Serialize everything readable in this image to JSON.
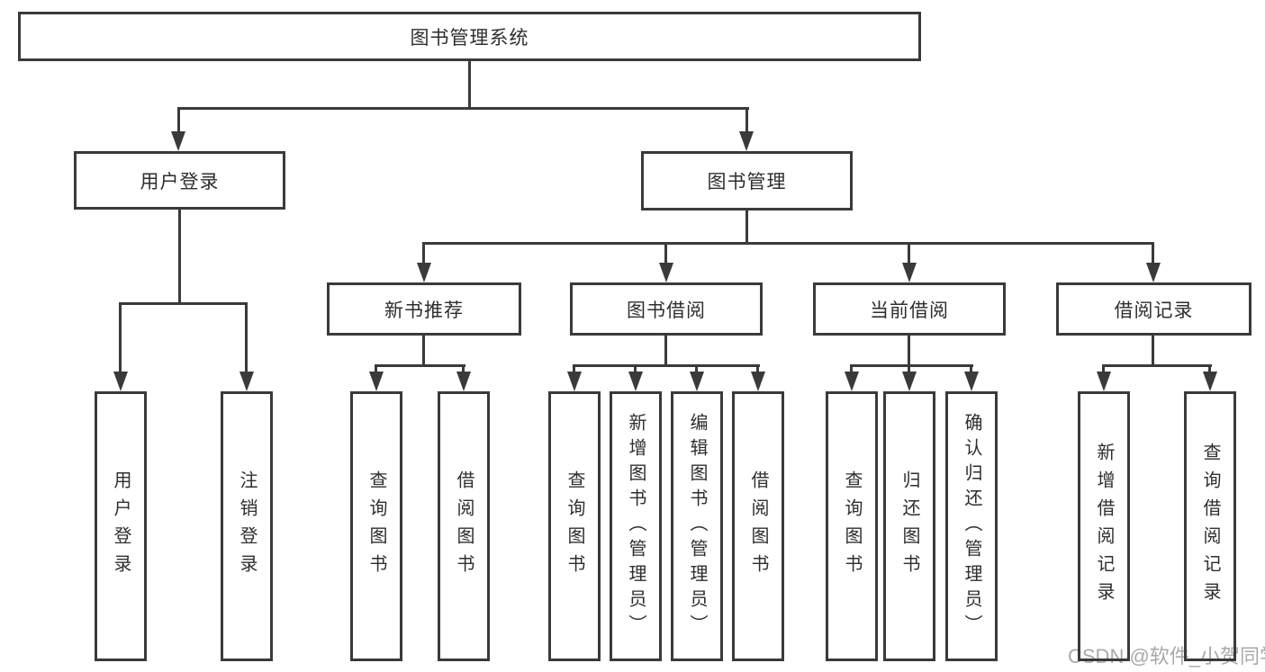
{
  "colors": {
    "line": "#3a3a3a",
    "box_border": "#3a3a3a",
    "text": "#2e2e2e",
    "watermark": "#a9a9a9",
    "background": "#ffffff"
  },
  "watermark": "CSDN @软件_小贺同学",
  "diagram_type": "hierarchy-flowchart",
  "tree": {
    "label": "图书管理系统",
    "children": [
      {
        "label": "用户登录",
        "children": [
          {
            "label": "用户登录"
          },
          {
            "label": "注销登录"
          }
        ]
      },
      {
        "label": "图书管理",
        "children": [
          {
            "label": "新书推荐",
            "children": [
              {
                "label": "查询图书"
              },
              {
                "label": "借阅图书"
              }
            ]
          },
          {
            "label": "图书借阅",
            "children": [
              {
                "label": "查询图书"
              },
              {
                "label": "新增图书（管理员）"
              },
              {
                "label": "编辑图书（管理员）"
              },
              {
                "label": "借阅图书"
              }
            ]
          },
          {
            "label": "当前借阅",
            "children": [
              {
                "label": "查询图书"
              },
              {
                "label": "归还图书"
              },
              {
                "label": "确认归还（管理员）"
              }
            ]
          },
          {
            "label": "借阅记录",
            "children": [
              {
                "label": "新增借阅记录"
              },
              {
                "label": "查询借阅记录"
              }
            ]
          }
        ]
      }
    ]
  }
}
